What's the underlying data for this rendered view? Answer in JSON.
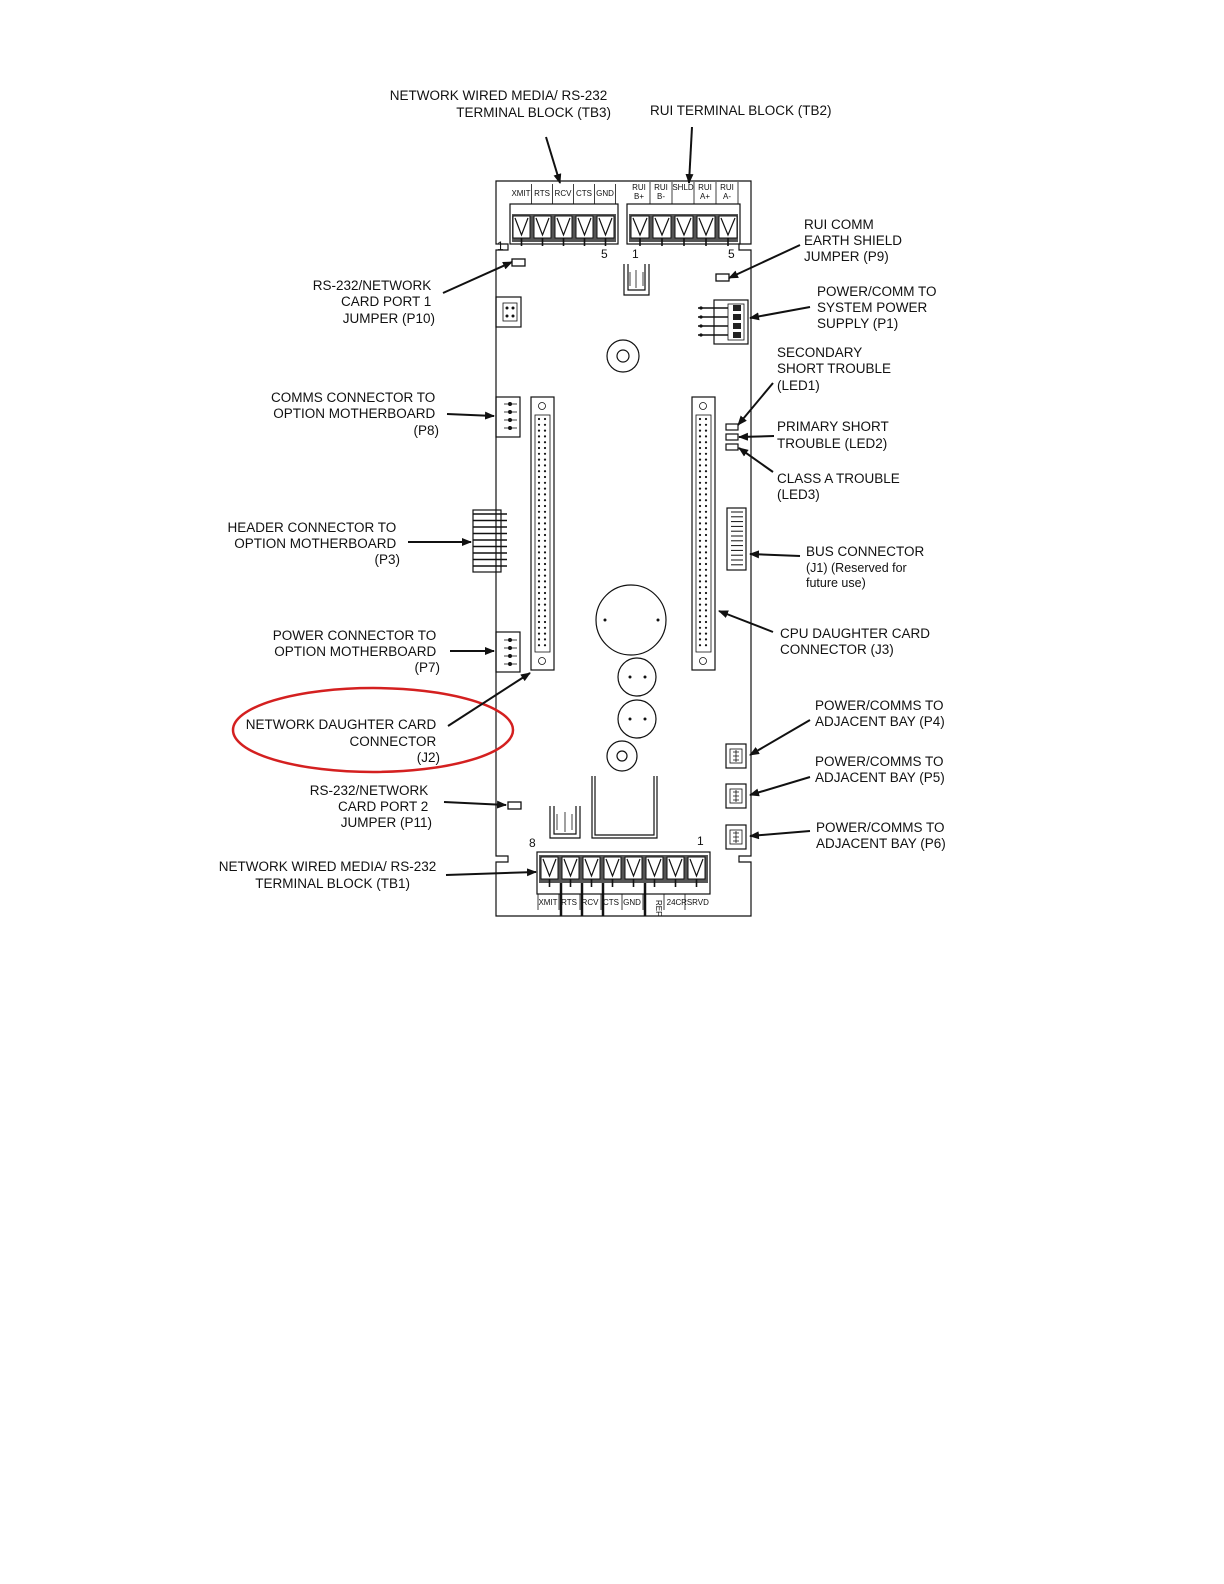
{
  "labels": {
    "tb3": [
      "NETWORK WIRED MEDIA/ RS-232",
      "TERMINAL BLOCK (TB3)"
    ],
    "tb2": [
      "RUI TERMINAL BLOCK (TB2)"
    ],
    "p9": [
      "RUI COMM",
      "EARTH SHIELD",
      "JUMPER (P9)"
    ],
    "p10": [
      "RS-232/NETWORK",
      "CARD PORT 1",
      "JUMPER (P10)"
    ],
    "p1": [
      "POWER/COMM TO",
      "SYSTEM POWER",
      "SUPPLY (P1)"
    ],
    "led1": [
      "SECONDARY",
      "SHORT TROUBLE",
      "(LED1)"
    ],
    "p8": [
      "COMMS CONNECTOR TO",
      "OPTION MOTHERBOARD",
      "(P8)"
    ],
    "led2": [
      "PRIMARY SHORT",
      "TROUBLE (LED2)"
    ],
    "led3": [
      "CLASS A TROUBLE",
      "(LED3)"
    ],
    "p3": [
      "HEADER CONNECTOR TO",
      "OPTION MOTHERBOARD",
      "(P3)"
    ],
    "j1": [
      "BUS CONNECTOR",
      "(J1) (Reserved for",
      "future use)"
    ],
    "p7": [
      "POWER CONNECTOR TO",
      "OPTION MOTHERBOARD",
      "(P7)"
    ],
    "j3": [
      "CPU DAUGHTER CARD",
      "CONNECTOR (J3)"
    ],
    "p4": [
      "POWER/COMMS TO",
      "ADJACENT BAY (P4)"
    ],
    "j2": [
      "NETWORK DAUGHTER CARD",
      "CONNECTOR",
      "(J2)"
    ],
    "p5": [
      "POWER/COMMS TO",
      "ADJACENT BAY (P5)"
    ],
    "p11": [
      "RS-232/NETWORK",
      "CARD PORT 2",
      "JUMPER (P11)"
    ],
    "p6": [
      "POWER/COMMS TO",
      "ADJACENT BAY (P6)"
    ],
    "tb1": [
      "NETWORK WIRED MEDIA/ RS-232",
      "TERMINAL BLOCK  (TB1)"
    ]
  },
  "tb3_pins": [
    "XMIT",
    "RTS",
    "RCV",
    "CTS",
    "GND"
  ],
  "tb2_pins": [
    [
      "RUI",
      "B+"
    ],
    [
      "RUI",
      "B-"
    ],
    [
      "SHLD",
      ""
    ],
    [
      "RUI",
      "A+"
    ],
    [
      "RUI",
      "A-"
    ]
  ],
  "tb1_pins": [
    "XMIT",
    "RTS",
    "RCV",
    "CTS",
    "GND",
    "REF",
    "24C",
    "RSRVD"
  ],
  "pin_numbers": {
    "tb3_left": "1",
    "tb3_right": "5",
    "tb2_left": "1",
    "tb2_right": "5",
    "tb1_left": "8",
    "tb1_right": "1"
  },
  "colors": {
    "highlight": "#d42020",
    "ink": "#111111"
  }
}
